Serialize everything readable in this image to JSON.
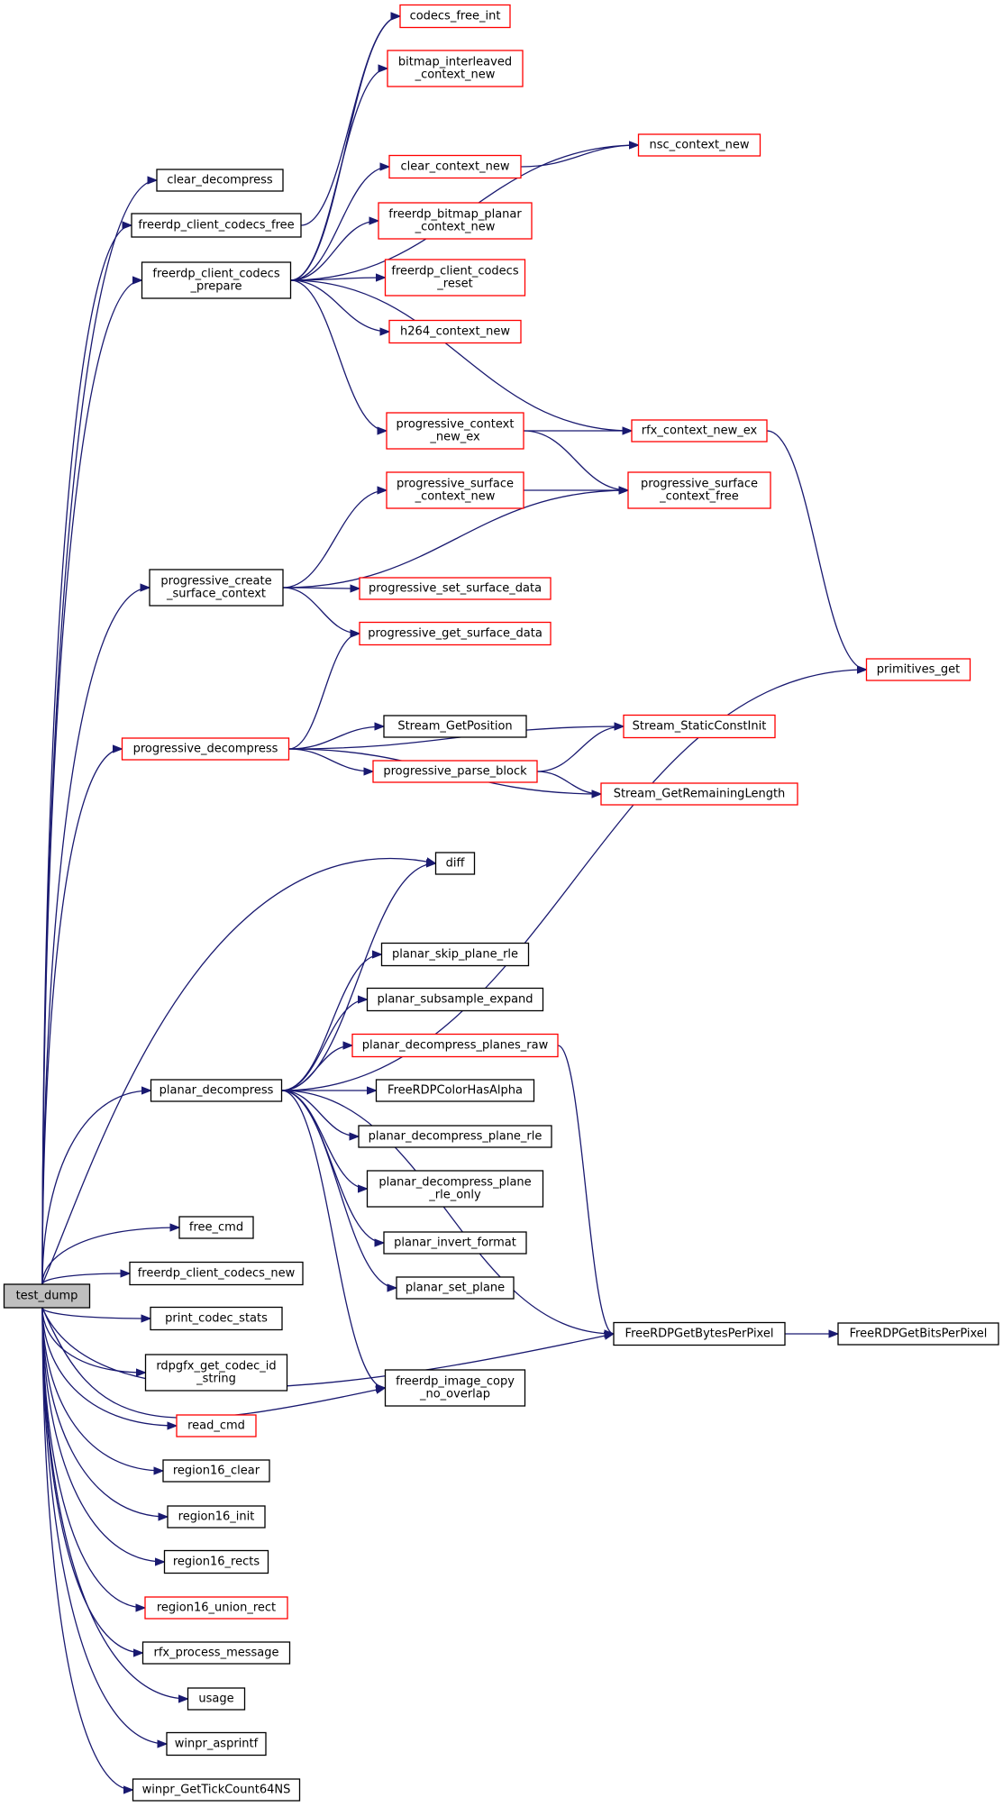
{
  "diagram": {
    "nodes": [
      {
        "id": "test_dump",
        "lines": [
          "test_dump"
        ],
        "color": "root"
      },
      {
        "id": "clear_decompress",
        "lines": [
          "clear_decompress"
        ],
        "color": "black"
      },
      {
        "id": "freerdp_client_codecs_free",
        "lines": [
          "freerdp_client_codecs_free"
        ],
        "color": "black"
      },
      {
        "id": "freerdp_client_codecs_prepare",
        "lines": [
          "freerdp_client_codecs",
          "_prepare"
        ],
        "color": "black"
      },
      {
        "id": "codecs_free_int",
        "lines": [
          "codecs_free_int"
        ],
        "color": "red"
      },
      {
        "id": "bitmap_interleaved_context_new",
        "lines": [
          "bitmap_interleaved",
          "_context_new"
        ],
        "color": "red"
      },
      {
        "id": "nsc_context_new",
        "lines": [
          "nsc_context_new"
        ],
        "color": "red"
      },
      {
        "id": "clear_context_new",
        "lines": [
          "clear_context_new"
        ],
        "color": "red"
      },
      {
        "id": "freerdp_bitmap_planar_context_new",
        "lines": [
          "freerdp_bitmap_planar",
          "_context_new"
        ],
        "color": "red"
      },
      {
        "id": "freerdp_client_codecs_reset",
        "lines": [
          "freerdp_client_codecs",
          "_reset"
        ],
        "color": "red"
      },
      {
        "id": "h264_context_new",
        "lines": [
          "h264_context_new"
        ],
        "color": "red"
      },
      {
        "id": "progressive_context_new_ex",
        "lines": [
          "progressive_context",
          "_new_ex"
        ],
        "color": "red"
      },
      {
        "id": "rfx_context_new_ex",
        "lines": [
          "rfx_context_new_ex"
        ],
        "color": "red"
      },
      {
        "id": "progressive_surface_context_new",
        "lines": [
          "progressive_surface",
          "_context_new"
        ],
        "color": "red"
      },
      {
        "id": "progressive_surface_context_free",
        "lines": [
          "progressive_surface",
          "_context_free"
        ],
        "color": "red"
      },
      {
        "id": "progressive_create_surface_context",
        "lines": [
          "progressive_create",
          "_surface_context"
        ],
        "color": "black"
      },
      {
        "id": "progressive_set_surface_data",
        "lines": [
          "progressive_set_surface_data"
        ],
        "color": "red"
      },
      {
        "id": "progressive_get_surface_data",
        "lines": [
          "progressive_get_surface_data"
        ],
        "color": "red"
      },
      {
        "id": "primitives_get",
        "lines": [
          "primitives_get"
        ],
        "color": "red"
      },
      {
        "id": "progressive_decompress",
        "lines": [
          "progressive_decompress"
        ],
        "color": "red"
      },
      {
        "id": "Stream_GetPosition",
        "lines": [
          "Stream_GetPosition"
        ],
        "color": "black"
      },
      {
        "id": "Stream_StaticConstInit",
        "lines": [
          "Stream_StaticConstInit"
        ],
        "color": "red"
      },
      {
        "id": "progressive_parse_block",
        "lines": [
          "progressive_parse_block"
        ],
        "color": "red"
      },
      {
        "id": "Stream_GetRemainingLength",
        "lines": [
          "Stream_GetRemainingLength"
        ],
        "color": "red"
      },
      {
        "id": "diff",
        "lines": [
          "diff"
        ],
        "color": "black"
      },
      {
        "id": "planar_skip_plane_rle",
        "lines": [
          "planar_skip_plane_rle"
        ],
        "color": "black"
      },
      {
        "id": "planar_subsample_expand",
        "lines": [
          "planar_subsample_expand"
        ],
        "color": "black"
      },
      {
        "id": "planar_decompress_planes_raw",
        "lines": [
          "planar_decompress_planes_raw"
        ],
        "color": "red"
      },
      {
        "id": "planar_decompress",
        "lines": [
          "planar_decompress"
        ],
        "color": "black"
      },
      {
        "id": "FreeRDPColorHasAlpha",
        "lines": [
          "FreeRDPColorHasAlpha"
        ],
        "color": "black"
      },
      {
        "id": "planar_decompress_plane_rle",
        "lines": [
          "planar_decompress_plane_rle"
        ],
        "color": "black"
      },
      {
        "id": "planar_decompress_plane_rle_only",
        "lines": [
          "planar_decompress_plane",
          "_rle_only"
        ],
        "color": "black"
      },
      {
        "id": "free_cmd",
        "lines": [
          "free_cmd"
        ],
        "color": "black"
      },
      {
        "id": "planar_invert_format",
        "lines": [
          "planar_invert_format"
        ],
        "color": "black"
      },
      {
        "id": "freerdp_client_codecs_new",
        "lines": [
          "freerdp_client_codecs_new"
        ],
        "color": "black"
      },
      {
        "id": "planar_set_plane",
        "lines": [
          "planar_set_plane"
        ],
        "color": "black"
      },
      {
        "id": "print_codec_stats",
        "lines": [
          "print_codec_stats"
        ],
        "color": "black"
      },
      {
        "id": "FreeRDPGetBytesPerPixel",
        "lines": [
          "FreeRDPGetBytesPerPixel"
        ],
        "color": "black"
      },
      {
        "id": "FreeRDPGetBitsPerPixel",
        "lines": [
          "FreeRDPGetBitsPerPixel"
        ],
        "color": "black"
      },
      {
        "id": "rdpgfx_get_codec_id_string",
        "lines": [
          "rdpgfx_get_codec_id",
          "_string"
        ],
        "color": "black"
      },
      {
        "id": "freerdp_image_copy_no_overlap",
        "lines": [
          "freerdp_image_copy",
          "_no_overlap"
        ],
        "color": "black"
      },
      {
        "id": "read_cmd",
        "lines": [
          "read_cmd"
        ],
        "color": "red"
      },
      {
        "id": "region16_clear",
        "lines": [
          "region16_clear"
        ],
        "color": "black"
      },
      {
        "id": "region16_init",
        "lines": [
          "region16_init"
        ],
        "color": "black"
      },
      {
        "id": "region16_rects",
        "lines": [
          "region16_rects"
        ],
        "color": "black"
      },
      {
        "id": "region16_union_rect",
        "lines": [
          "region16_union_rect"
        ],
        "color": "red"
      },
      {
        "id": "rfx_process_message",
        "lines": [
          "rfx_process_message"
        ],
        "color": "black"
      },
      {
        "id": "usage",
        "lines": [
          "usage"
        ],
        "color": "black"
      },
      {
        "id": "winpr_asprintf",
        "lines": [
          "winpr_asprintf"
        ],
        "color": "black"
      },
      {
        "id": "winpr_GetTickCount64NS",
        "lines": [
          "winpr_GetTickCount64NS"
        ],
        "color": "black"
      }
    ],
    "edges": [
      [
        "test_dump",
        "clear_decompress"
      ],
      [
        "test_dump",
        "freerdp_client_codecs_free"
      ],
      [
        "test_dump",
        "freerdp_client_codecs_prepare"
      ],
      [
        "test_dump",
        "progressive_create_surface_context"
      ],
      [
        "test_dump",
        "progressive_decompress"
      ],
      [
        "test_dump",
        "diff"
      ],
      [
        "test_dump",
        "planar_decompress"
      ],
      [
        "test_dump",
        "free_cmd"
      ],
      [
        "test_dump",
        "freerdp_client_codecs_new"
      ],
      [
        "test_dump",
        "print_codec_stats"
      ],
      [
        "test_dump",
        "rdpgfx_get_codec_id_string"
      ],
      [
        "test_dump",
        "read_cmd"
      ],
      [
        "test_dump",
        "region16_clear"
      ],
      [
        "test_dump",
        "region16_init"
      ],
      [
        "test_dump",
        "region16_rects"
      ],
      [
        "test_dump",
        "region16_union_rect"
      ],
      [
        "test_dump",
        "rfx_process_message"
      ],
      [
        "test_dump",
        "usage"
      ],
      [
        "test_dump",
        "winpr_asprintf"
      ],
      [
        "test_dump",
        "winpr_GetTickCount64NS"
      ],
      [
        "test_dump",
        "FreeRDPGetBytesPerPixel"
      ],
      [
        "test_dump",
        "freerdp_image_copy_no_overlap"
      ],
      [
        "freerdp_client_codecs_free",
        "codecs_free_int"
      ],
      [
        "freerdp_client_codecs_prepare",
        "codecs_free_int"
      ],
      [
        "freerdp_client_codecs_prepare",
        "bitmap_interleaved_context_new"
      ],
      [
        "freerdp_client_codecs_prepare",
        "nsc_context_new"
      ],
      [
        "freerdp_client_codecs_prepare",
        "clear_context_new"
      ],
      [
        "freerdp_client_codecs_prepare",
        "freerdp_bitmap_planar_context_new"
      ],
      [
        "freerdp_client_codecs_prepare",
        "freerdp_client_codecs_reset"
      ],
      [
        "freerdp_client_codecs_prepare",
        "h264_context_new"
      ],
      [
        "freerdp_client_codecs_prepare",
        "progressive_context_new_ex"
      ],
      [
        "freerdp_client_codecs_prepare",
        "rfx_context_new_ex"
      ],
      [
        "clear_context_new",
        "nsc_context_new"
      ],
      [
        "progressive_context_new_ex",
        "rfx_context_new_ex"
      ],
      [
        "progressive_context_new_ex",
        "progressive_surface_context_free"
      ],
      [
        "rfx_context_new_ex",
        "primitives_get"
      ],
      [
        "progressive_surface_context_new",
        "progressive_surface_context_free"
      ],
      [
        "progressive_create_surface_context",
        "progressive_surface_context_new"
      ],
      [
        "progressive_create_surface_context",
        "progressive_surface_context_free"
      ],
      [
        "progressive_create_surface_context",
        "progressive_set_surface_data"
      ],
      [
        "progressive_create_surface_context",
        "progressive_get_surface_data"
      ],
      [
        "progressive_decompress",
        "progressive_get_surface_data"
      ],
      [
        "progressive_decompress",
        "Stream_StaticConstInit"
      ],
      [
        "progressive_decompress",
        "Stream_GetPosition"
      ],
      [
        "progressive_decompress",
        "progressive_parse_block"
      ],
      [
        "progressive_decompress",
        "Stream_GetRemainingLength"
      ],
      [
        "progressive_parse_block",
        "Stream_StaticConstInit"
      ],
      [
        "progressive_parse_block",
        "Stream_GetRemainingLength"
      ],
      [
        "planar_decompress",
        "diff"
      ],
      [
        "planar_decompress",
        "primitives_get"
      ],
      [
        "planar_decompress",
        "planar_skip_plane_rle"
      ],
      [
        "planar_decompress",
        "planar_subsample_expand"
      ],
      [
        "planar_decompress",
        "planar_decompress_planes_raw"
      ],
      [
        "planar_decompress",
        "FreeRDPColorHasAlpha"
      ],
      [
        "planar_decompress",
        "planar_decompress_plane_rle"
      ],
      [
        "planar_decompress",
        "planar_decompress_plane_rle_only"
      ],
      [
        "planar_decompress",
        "planar_invert_format"
      ],
      [
        "planar_decompress",
        "planar_set_plane"
      ],
      [
        "planar_decompress",
        "FreeRDPGetBytesPerPixel"
      ],
      [
        "planar_decompress",
        "freerdp_image_copy_no_overlap"
      ],
      [
        "planar_decompress_planes_raw",
        "FreeRDPGetBytesPerPixel"
      ],
      [
        "FreeRDPGetBytesPerPixel",
        "FreeRDPGetBitsPerPixel"
      ]
    ]
  }
}
